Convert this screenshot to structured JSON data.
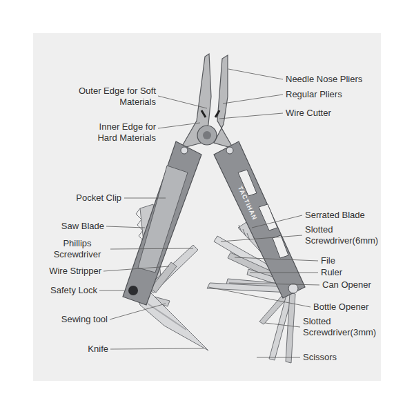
{
  "diagram": {
    "labels": [
      "Needle Nose Pliers",
      "Outer Edge for Soft Materials",
      "Regular Pliers",
      "Wire Cutter",
      "Inner Edge for Hard Materials",
      "Pocket Clip",
      "TACTIHAN",
      "Serrated Blade",
      "Saw Blade",
      "Slotted Screwdriver(6mm)",
      "Phillips Screwdriver",
      "File",
      "Wire Stripper",
      "Ruler",
      "Can Opener",
      "Safety Lock",
      "Bottle Opener",
      "Sewing tool",
      "Slotted Screwdriver(3mm)",
      "Knife",
      "Scissors"
    ]
  }
}
